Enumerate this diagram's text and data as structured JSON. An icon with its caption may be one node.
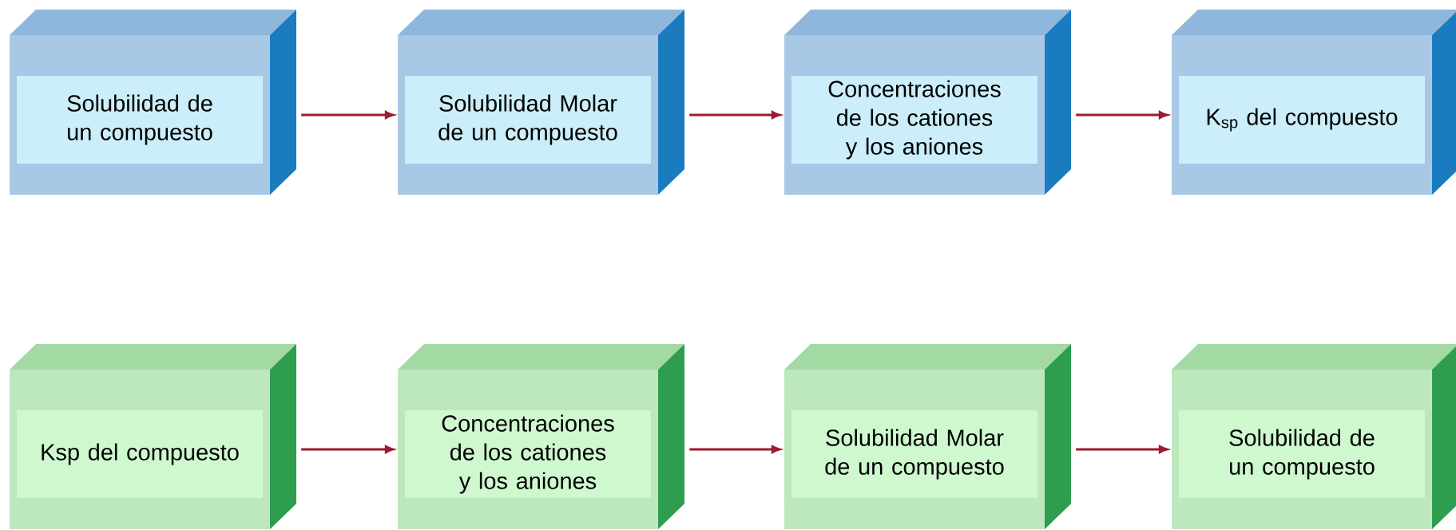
{
  "diagram": {
    "nodes": [
      {
        "text": [
          "Solubilidad de un compuesto"
        ]
      },
      {
        "text": [
          "Solubilidad Molar de un compuesto"
        ]
      },
      {
        "text": [
          "Concentraciones de los cationes y los aniones"
        ]
      },
      {
        "text": [
          "K$_{sp}$ del compuesto"
        ]
      },
      {
        "text": [
          "Ksp del compuesto"
        ]
      },
      {
        "text": [
          "Concentraciones de los cationes y los aniones"
        ]
      },
      {
        "text": [
          "Solubilidad Molar de un compuesto"
        ]
      },
      {
        "text": [
          "Solubilidad de un compuesto"
        ]
      }
    ],
    "edges": [
      {
        "from": 0,
        "to": 1,
        "arrow": "to"
      },
      {
        "from": 1,
        "to": 2,
        "arrow": "to"
      },
      {
        "from": 2,
        "to": 3,
        "arrow": "to"
      },
      {
        "from": 4,
        "to": 5,
        "arrow": "to"
      },
      {
        "from": 5,
        "to": 6,
        "arrow": "to"
      },
      {
        "from": 6,
        "to": 7,
        "arrow": "to"
      }
    ]
  }
}
